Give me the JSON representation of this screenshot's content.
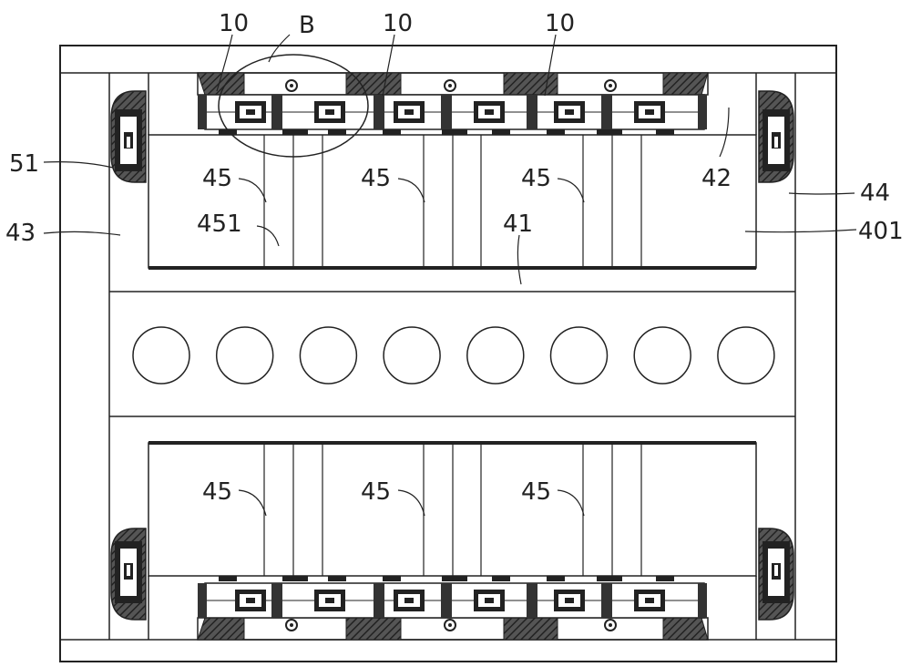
{
  "labels": {
    "l10a": "10",
    "l10b": "10",
    "l10c": "10",
    "lB": "B",
    "l51": "51",
    "l43": "43",
    "l45a": "45",
    "l45b": "45",
    "l45c": "45",
    "l451": "451",
    "l41": "41",
    "l42": "42",
    "l44": "44",
    "l401": "401",
    "l45d": "45",
    "l45e": "45",
    "l45f": "45"
  },
  "colors": {
    "line": "#222222",
    "hatch": "#444444",
    "background": "#ffffff"
  },
  "holes": {
    "count": 8
  }
}
